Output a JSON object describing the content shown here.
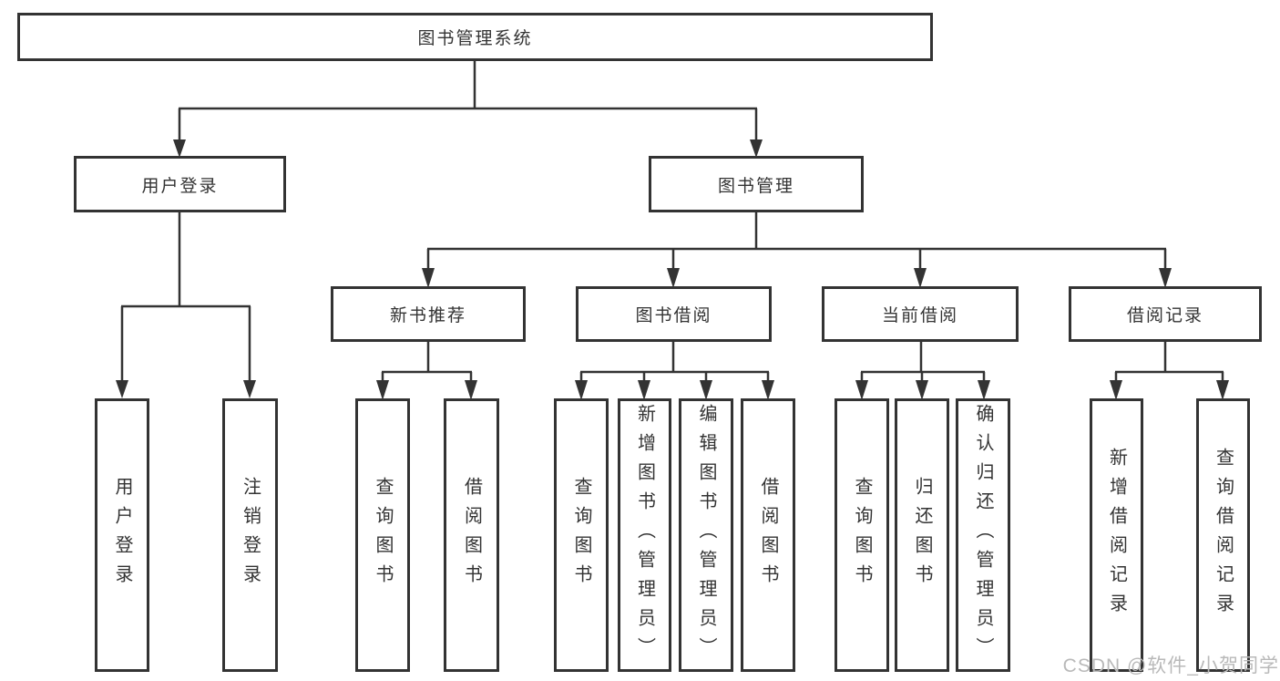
{
  "tree": {
    "label": "图书管理系统",
    "children": [
      {
        "label": "用户登录",
        "children": [
          {
            "label": "用户登录"
          },
          {
            "label": "注销登录"
          }
        ]
      },
      {
        "label": "图书管理",
        "children": [
          {
            "label": "新书推荐",
            "children": [
              {
                "label": "查询图书"
              },
              {
                "label": "借阅图书"
              }
            ]
          },
          {
            "label": "图书借阅",
            "children": [
              {
                "label": "查询图书"
              },
              {
                "label": "新增图书（管理员）"
              },
              {
                "label": "编辑图书（管理员）"
              },
              {
                "label": "借阅图书"
              }
            ]
          },
          {
            "label": "当前借阅",
            "children": [
              {
                "label": "查询图书"
              },
              {
                "label": "归还图书"
              },
              {
                "label": "确认归还（管理员）"
              }
            ]
          },
          {
            "label": "借阅记录",
            "children": [
              {
                "label": "新增借阅记录"
              },
              {
                "label": "查询借阅记录"
              }
            ]
          }
        ]
      }
    ]
  },
  "watermark": "CSDN @软件_小贺同学",
  "colors": {
    "line": "#333333",
    "text": "#333333",
    "background": "#ffffff",
    "watermark": "#b9b9b9"
  }
}
